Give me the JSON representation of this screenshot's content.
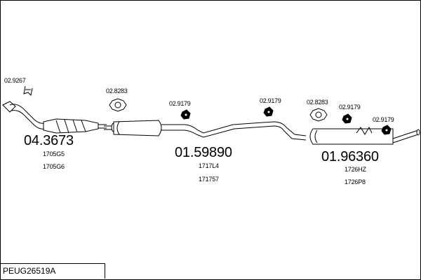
{
  "diagram": {
    "code": "PEUG26519A",
    "parts": [
      {
        "id": "front_pipe",
        "number": "04.3673",
        "refs": [
          "1705G5",
          "1705G6"
        ]
      },
      {
        "id": "middle_silencer",
        "number": "01.59890",
        "refs": [
          "1717L4",
          "171757"
        ]
      },
      {
        "id": "rear_silencer",
        "number": "01.96360",
        "refs": [
          "1726HZ",
          "1726P8"
        ]
      }
    ],
    "accessories": [
      {
        "id": "acc1",
        "number": "02.9267"
      },
      {
        "id": "acc2",
        "number": "02.8283"
      },
      {
        "id": "acc3",
        "number": "02.9179"
      },
      {
        "id": "acc4",
        "number": "02.9179"
      },
      {
        "id": "acc5",
        "number": "02.8283"
      },
      {
        "id": "acc6",
        "number": "02.9179"
      },
      {
        "id": "acc7",
        "number": "02.9179"
      }
    ]
  }
}
